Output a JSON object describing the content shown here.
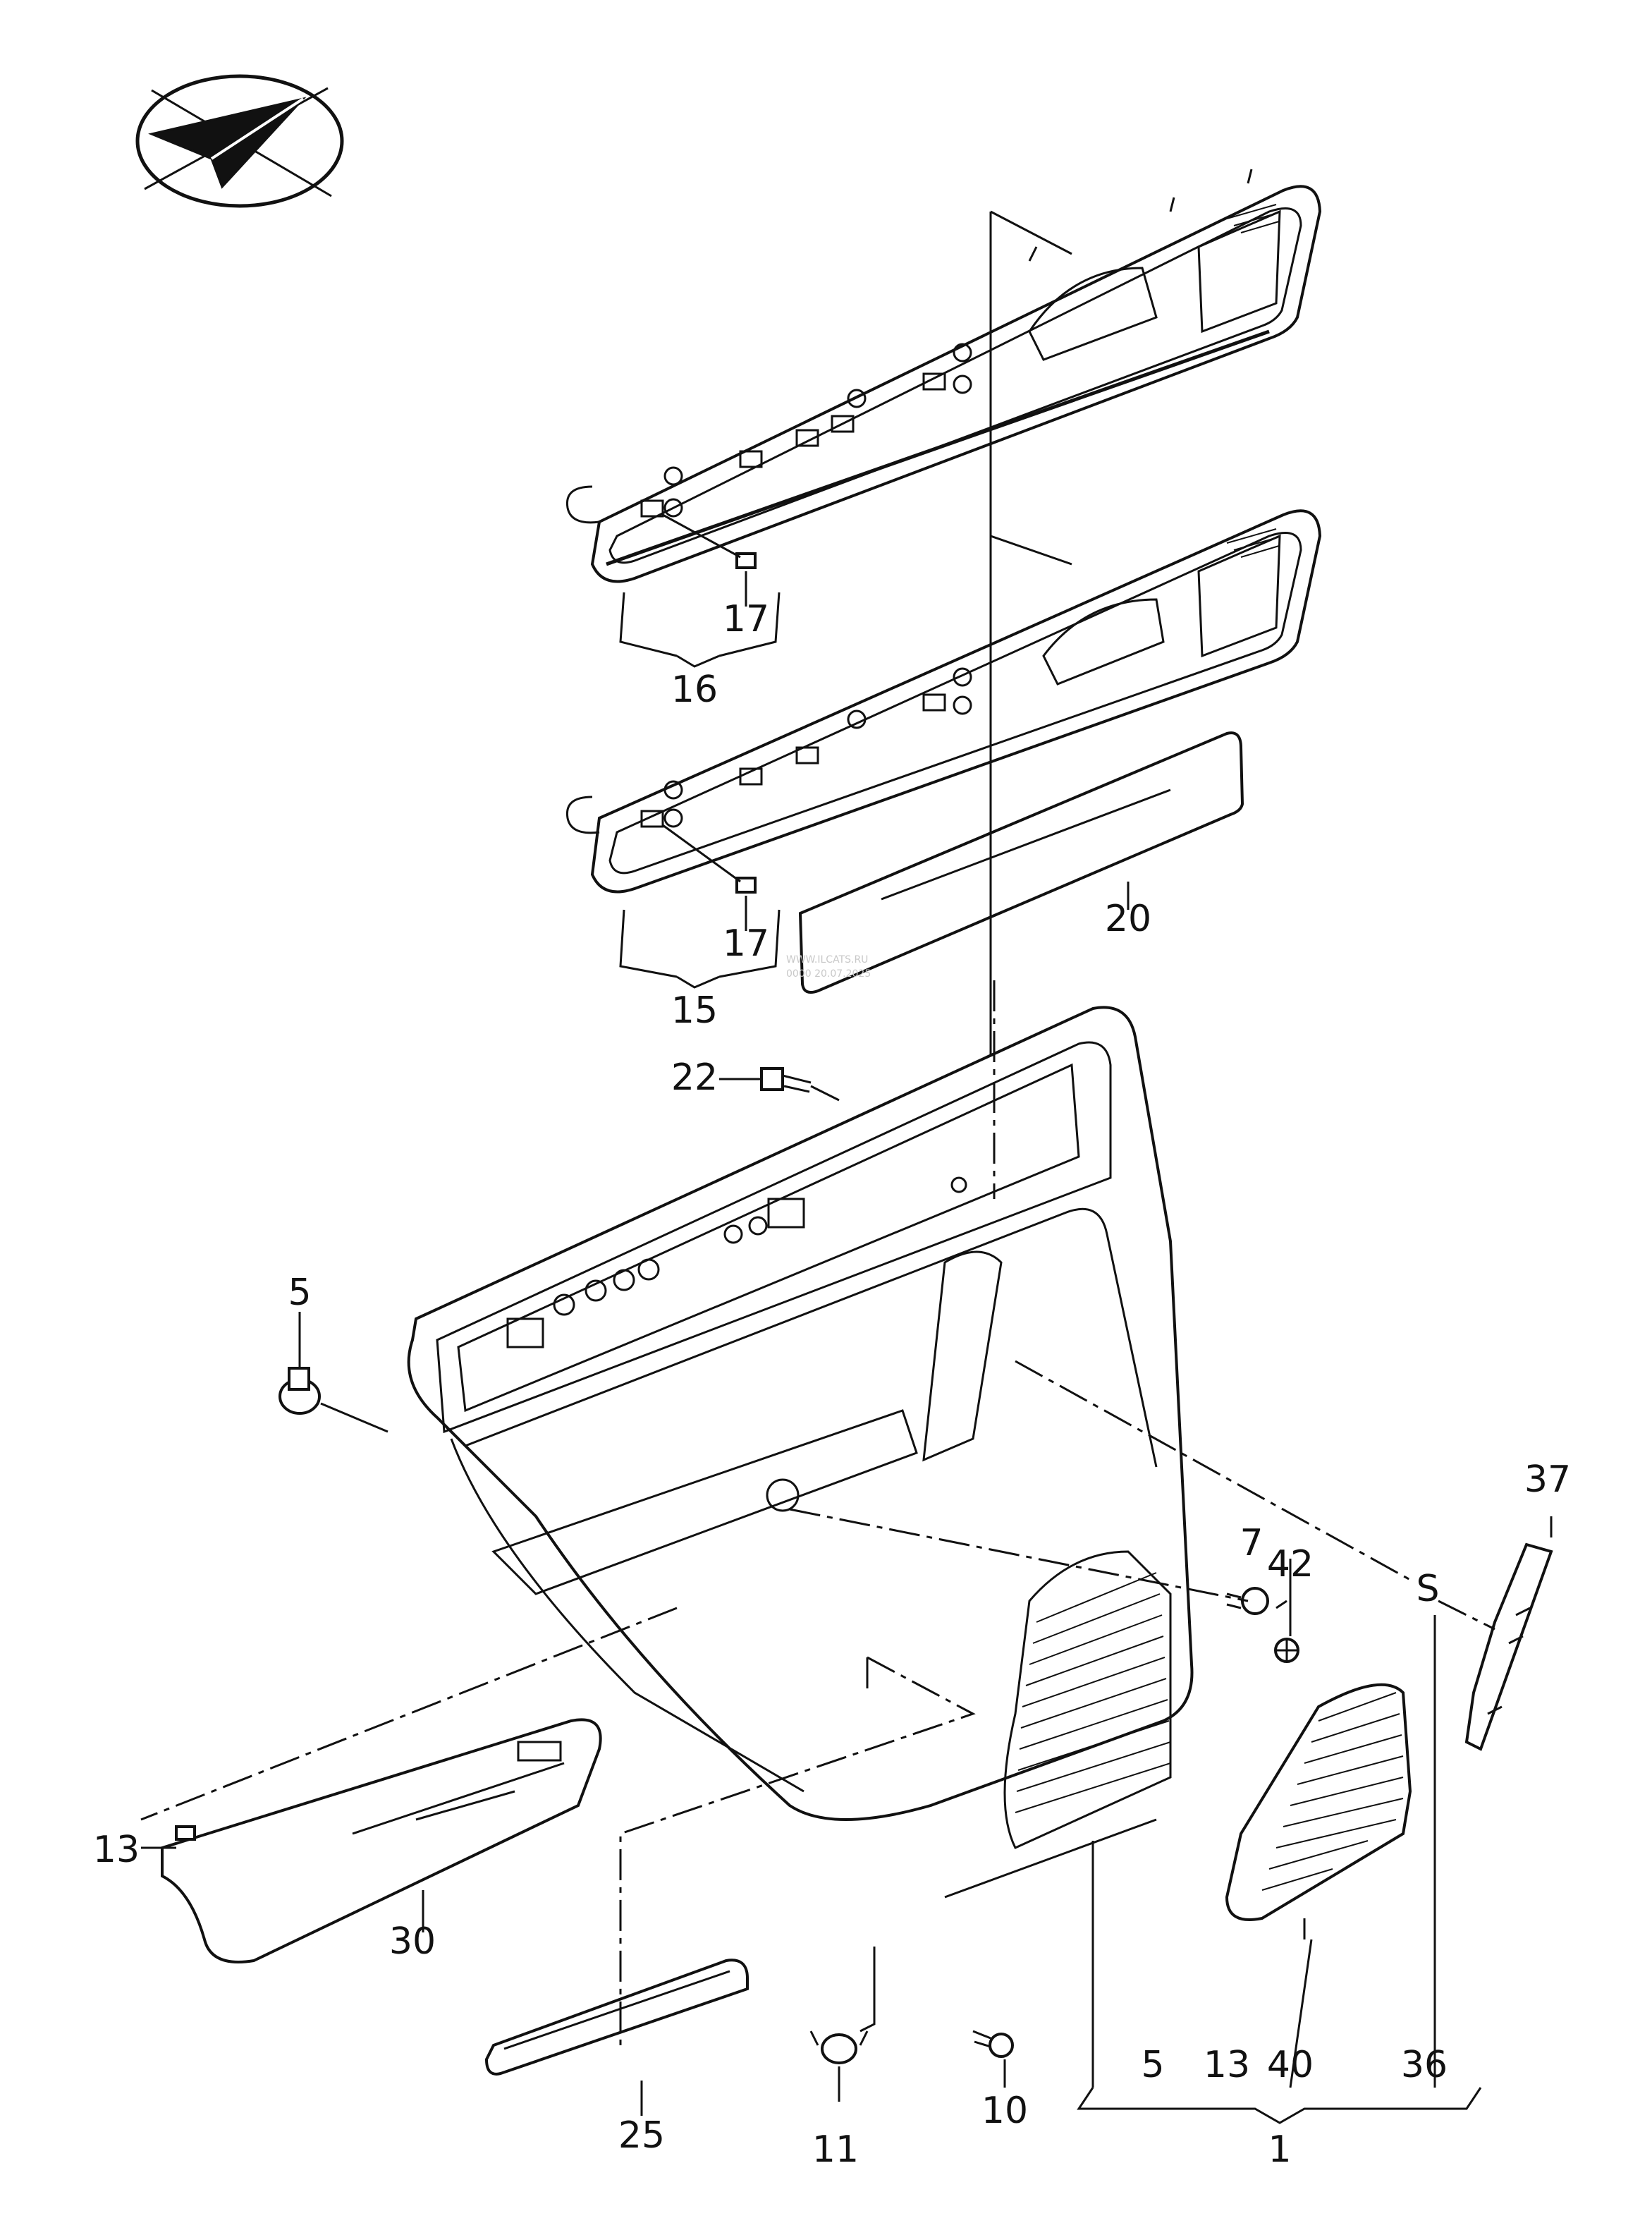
{
  "callouts": [
    {
      "id": "c1",
      "text": "1"
    },
    {
      "id": "c5a",
      "text": "5"
    },
    {
      "id": "c5b",
      "text": "5"
    },
    {
      "id": "c7",
      "text": "7"
    },
    {
      "id": "c10",
      "text": "10"
    },
    {
      "id": "c11",
      "text": "11"
    },
    {
      "id": "c13a",
      "text": "13"
    },
    {
      "id": "c13b",
      "text": "13"
    },
    {
      "id": "c15",
      "text": "15"
    },
    {
      "id": "c16",
      "text": "16"
    },
    {
      "id": "c17a",
      "text": "17"
    },
    {
      "id": "c17b",
      "text": "17"
    },
    {
      "id": "c20",
      "text": "20"
    },
    {
      "id": "c22",
      "text": "22"
    },
    {
      "id": "c25",
      "text": "25"
    },
    {
      "id": "c30",
      "text": "30"
    },
    {
      "id": "c36",
      "text": "36"
    },
    {
      "id": "c37",
      "text": "37"
    },
    {
      "id": "c40",
      "text": "40"
    },
    {
      "id": "c42",
      "text": "42"
    },
    {
      "id": "cS",
      "text": "S"
    }
  ],
  "watermark": [
    "WWW.ILCATS.RU",
    "0000 20.07.2025"
  ]
}
